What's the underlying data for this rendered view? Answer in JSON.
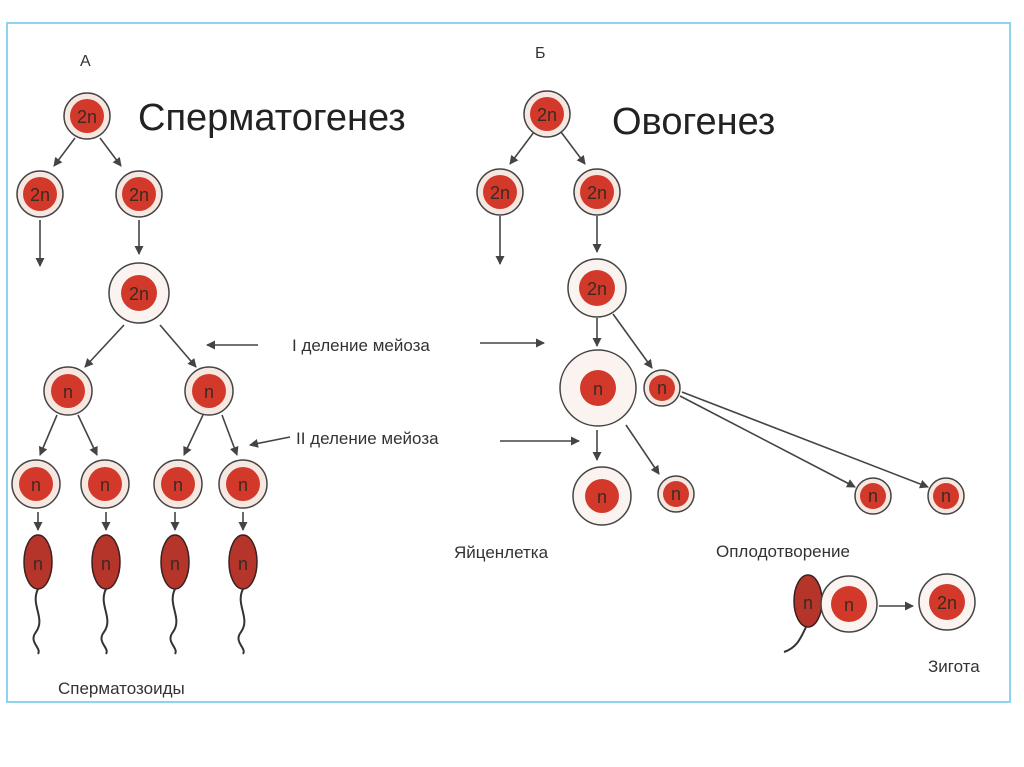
{
  "diagram": {
    "left": {
      "letter": "А",
      "title": "Сперматогенез",
      "caption": "Сперматозоиды"
    },
    "right": {
      "letter": "Б",
      "title": "Овогенез",
      "egg_label": "Яйценлетка",
      "fertilization_label": "Оплодотворение",
      "zygote_label": "Зигота"
    },
    "stages": {
      "meiosis_1": "I деление мейоза",
      "meiosis_2": "II деление мейоза"
    },
    "ploidy": {
      "diploid": "2n",
      "haploid": "n"
    },
    "colors": {
      "nucleus": "#d2392b",
      "cell_body": "#f6e7e1",
      "outline": "#444444",
      "frame": "#8fd3ec"
    }
  }
}
